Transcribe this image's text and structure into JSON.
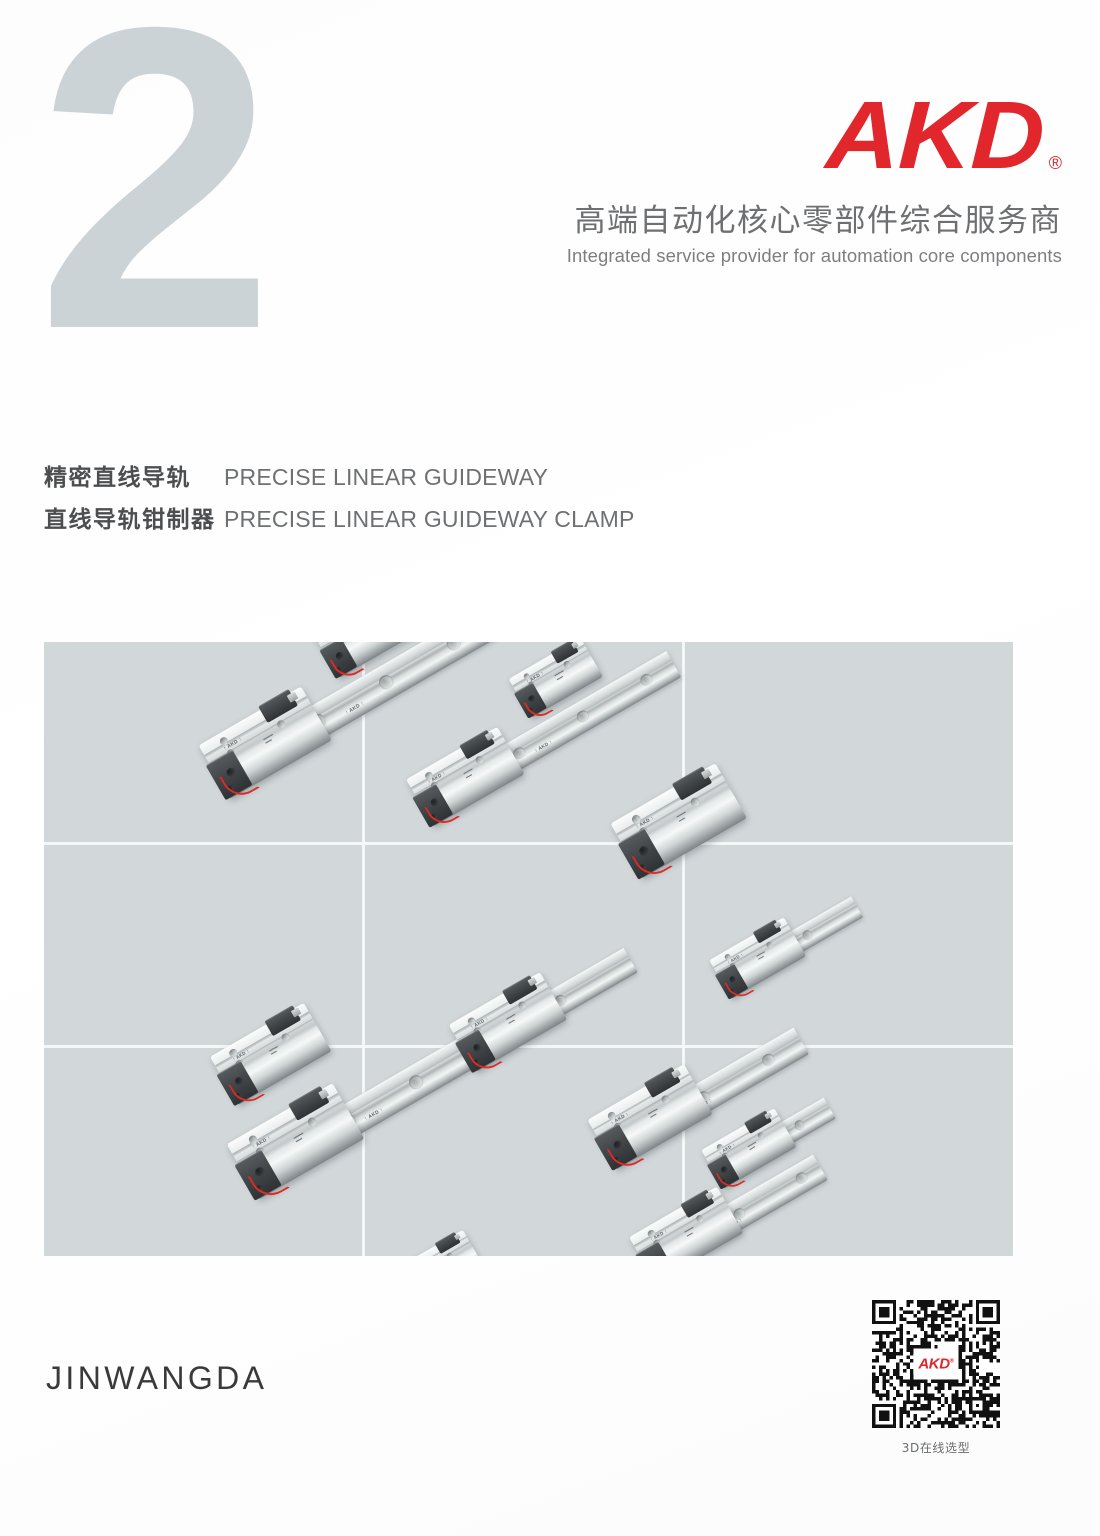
{
  "page": {
    "chapter_number": "2",
    "background_color": "#ffffff",
    "accent_red": "#e1262c",
    "panel_color": "#d2d8da",
    "numeral_color": "#ccd3d6"
  },
  "brand": {
    "logo_text": "AKD",
    "registered_mark": "®",
    "tagline_cn": "高端自动化核心零部件综合服务商",
    "tagline_en": "Integrated service provider for automation core components"
  },
  "section_titles": [
    {
      "cn": "精密直线导轨",
      "en": "PRECISE LINEAR GUIDEWAY"
    },
    {
      "cn": "直线导轨钳制器",
      "en": "PRECISE LINEAR GUIDEWAY CLAMP"
    }
  ],
  "product_image": {
    "caption": "",
    "parts_brand_mark": "AKD",
    "grid_lines": {
      "vertical": 2,
      "horizontal": 2
    }
  },
  "footer": {
    "company_pinyin": "JINWANGDA"
  },
  "qr": {
    "center_logo": "AKD",
    "center_logo_mark": "®",
    "caption": "3D在线选型"
  }
}
